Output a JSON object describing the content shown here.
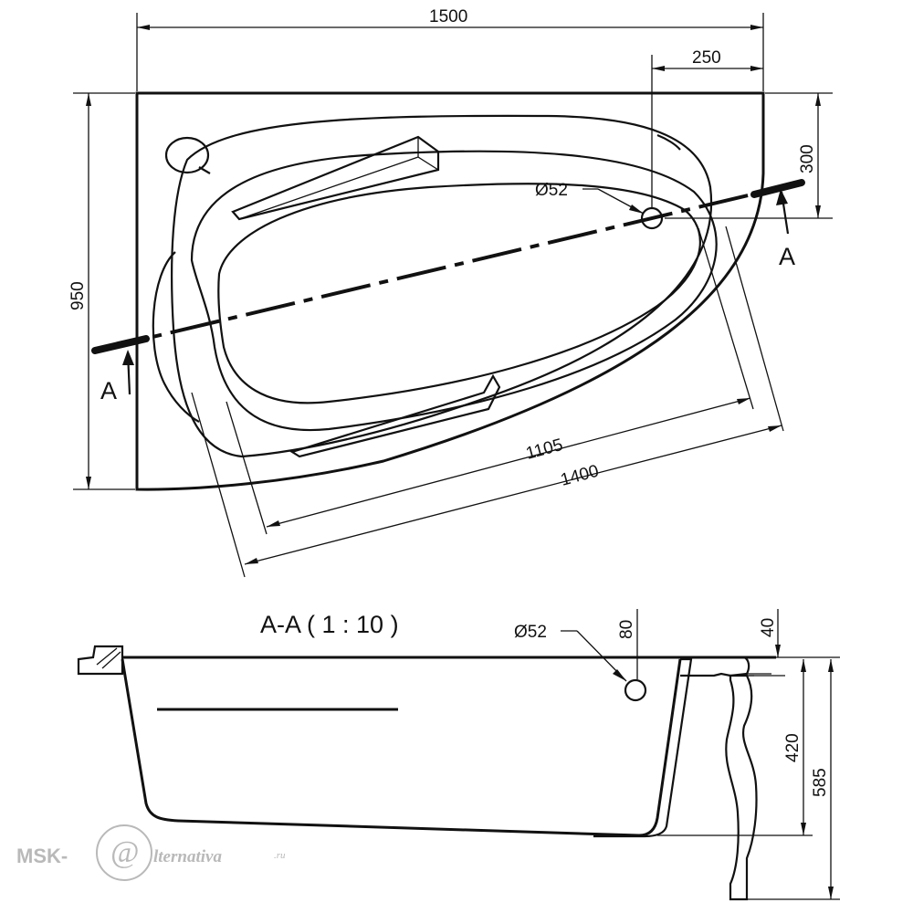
{
  "plan": {
    "dim_width": "1500",
    "dim_offset": "250",
    "dim_height": "950",
    "dim_offset_v": "300",
    "dim_inner_length": "1105",
    "dim_outer_length": "1400",
    "drain_label": "Ø52",
    "section_mark": "A"
  },
  "section": {
    "title": "A-A  ( 1 : 10 )",
    "drain_label": "Ø52",
    "dim_80": "80",
    "dim_40": "40",
    "dim_420": "420",
    "dim_585": "585"
  },
  "watermark": {
    "prefix": "MSK-",
    "symbol": "@",
    "suffix": "lternativa",
    "domain": ".ru"
  },
  "colors": {
    "line": "#111111",
    "watermark": "#b9b9b9"
  }
}
